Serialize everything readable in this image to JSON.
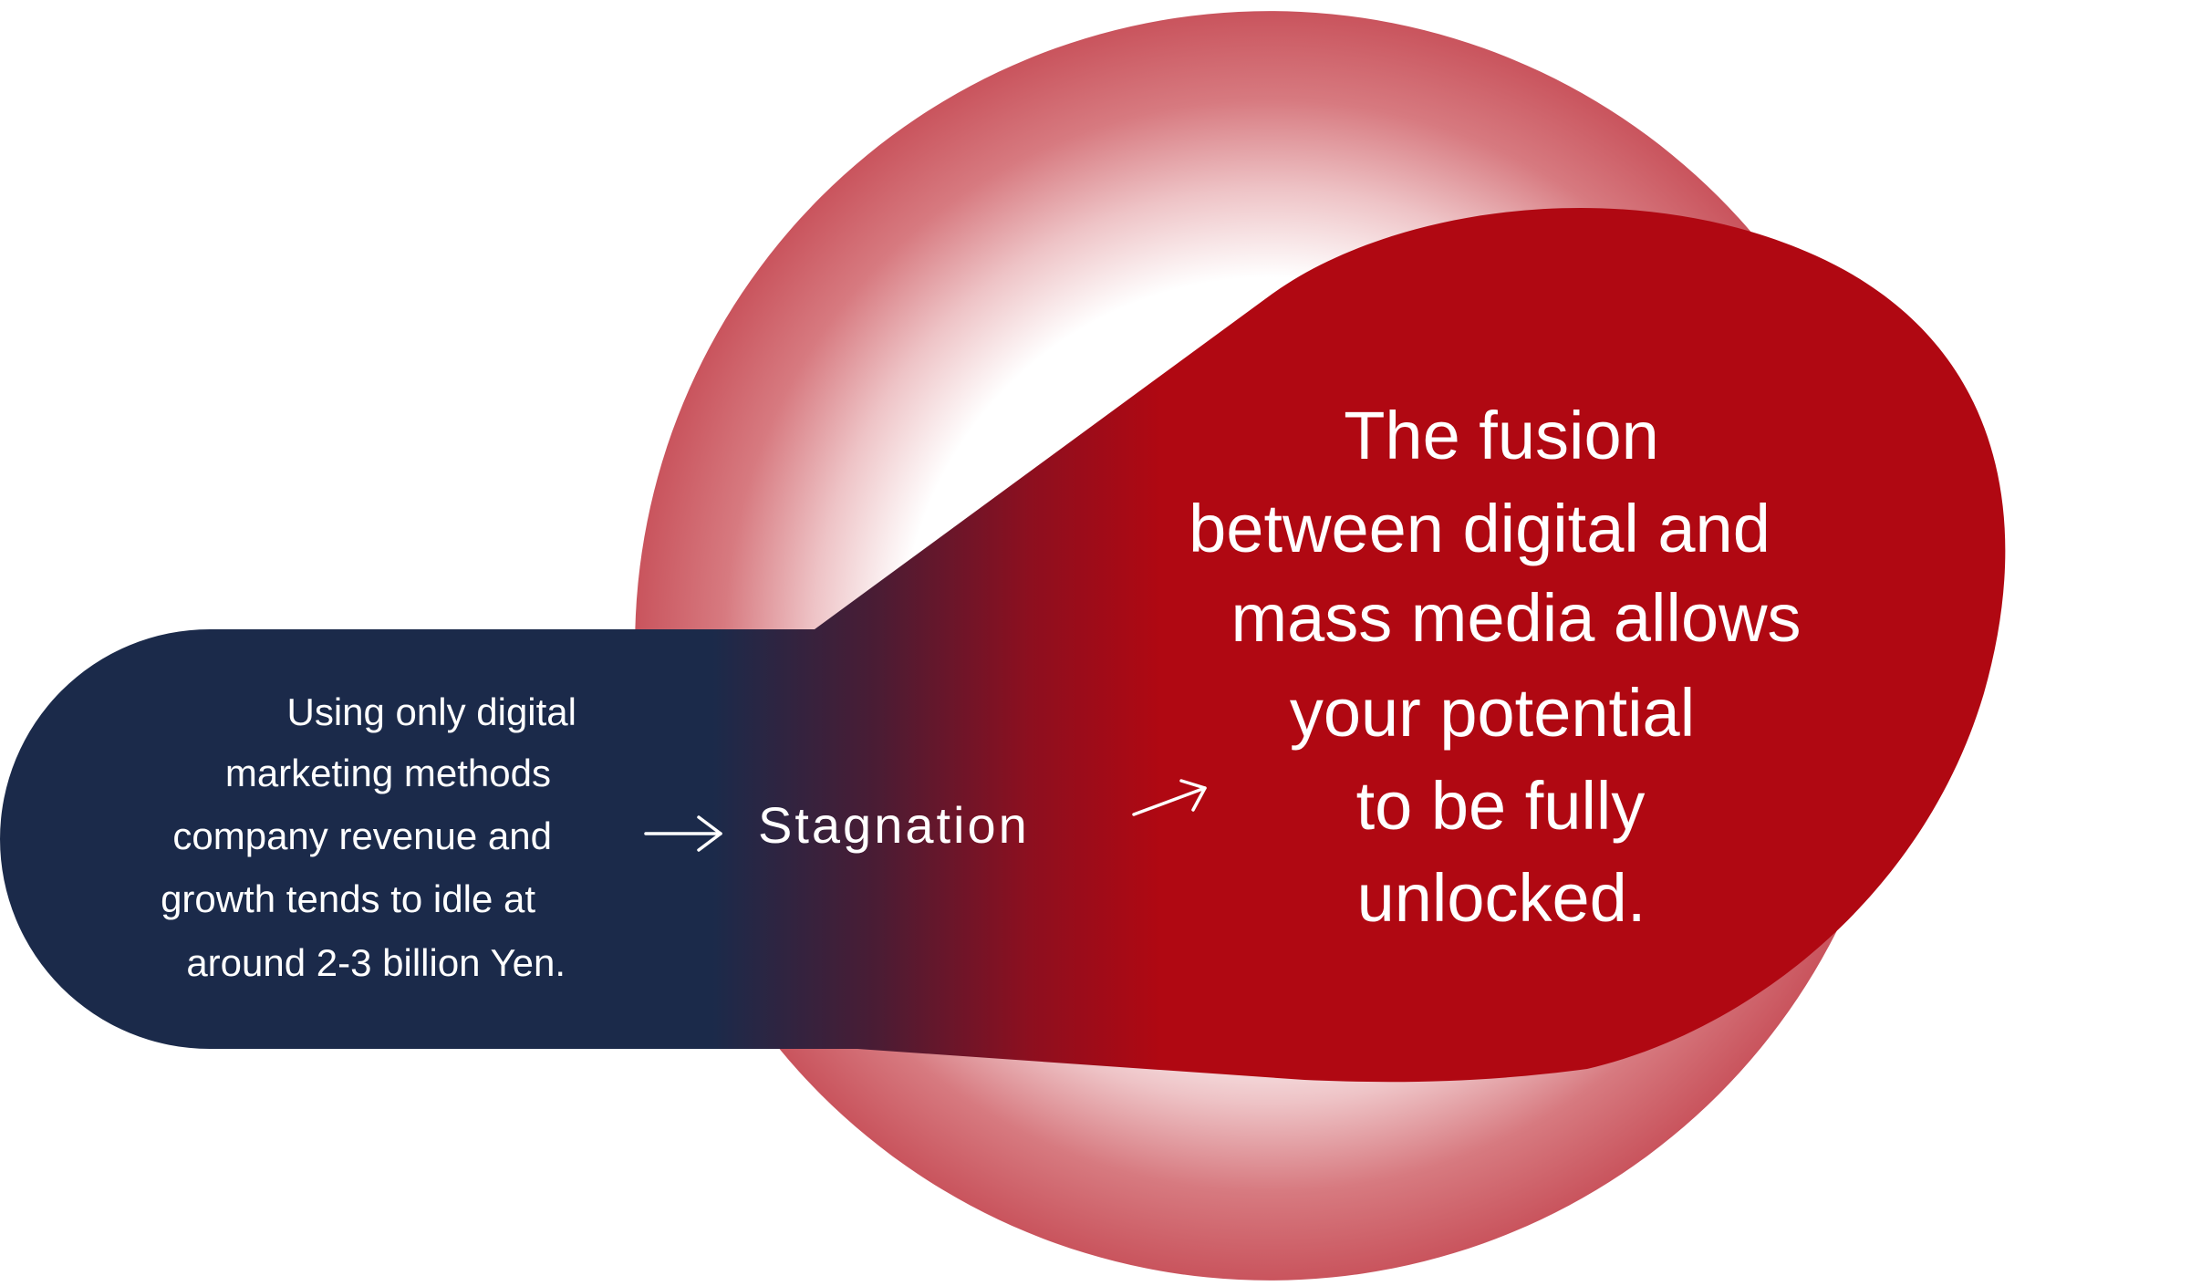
{
  "colors": {
    "navy": "#1b2a4a",
    "deep_red": "#b00812",
    "ring_red": "#c9545d",
    "white": "#ffffff"
  },
  "left_box": {
    "lines": [
      "Using only digital",
      "marketing methods",
      "company revenue and",
      "growth tends to idle at",
      "around 2-3 billion Yen."
    ]
  },
  "arrow_1": {
    "icon": "right-arrow-icon"
  },
  "middle": {
    "label": "Stagnation"
  },
  "arrow_2": {
    "icon": "up-right-arrow-icon"
  },
  "right_circle": {
    "lines": [
      "The fusion",
      "between digital and",
      "mass media allows",
      "your potential",
      "to be fully",
      "unlocked."
    ]
  }
}
